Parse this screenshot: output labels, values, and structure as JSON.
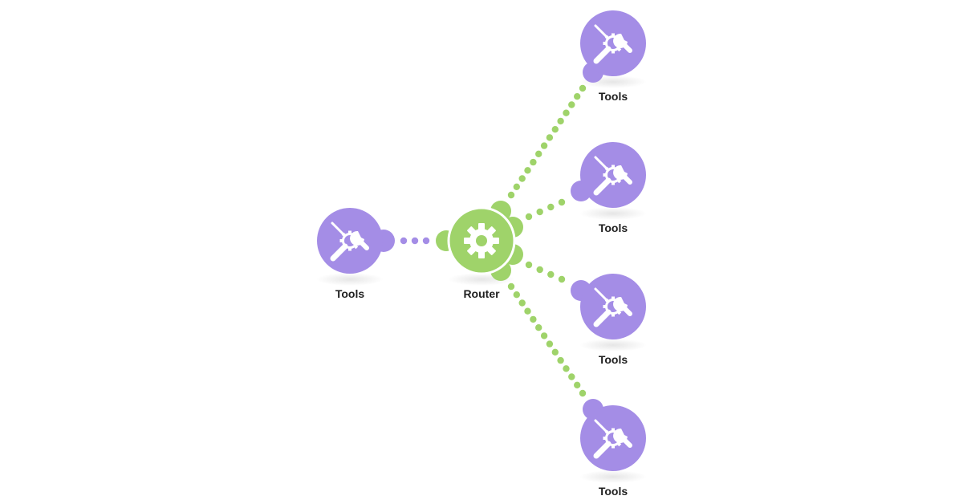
{
  "colors": {
    "module_purple": "#a48de6",
    "router_green": "#9fd36a",
    "connector_purple": "#a48de6",
    "connector_green": "#9fd36a",
    "label_text": "#1f1f1f",
    "icon_white": "#ffffff"
  },
  "modules": [
    {
      "id": "tools-source",
      "label": "Tools",
      "icon": "tools-icon",
      "color": "purple"
    },
    {
      "id": "router",
      "label": "Router",
      "icon": "gear-icon",
      "color": "green"
    },
    {
      "id": "tools-route-1",
      "label": "Tools",
      "icon": "tools-icon",
      "color": "purple"
    },
    {
      "id": "tools-route-2",
      "label": "Tools",
      "icon": "tools-icon",
      "color": "purple"
    },
    {
      "id": "tools-route-3",
      "label": "Tools",
      "icon": "tools-icon",
      "color": "purple"
    },
    {
      "id": "tools-route-4",
      "label": "Tools",
      "icon": "tools-icon",
      "color": "purple"
    }
  ]
}
